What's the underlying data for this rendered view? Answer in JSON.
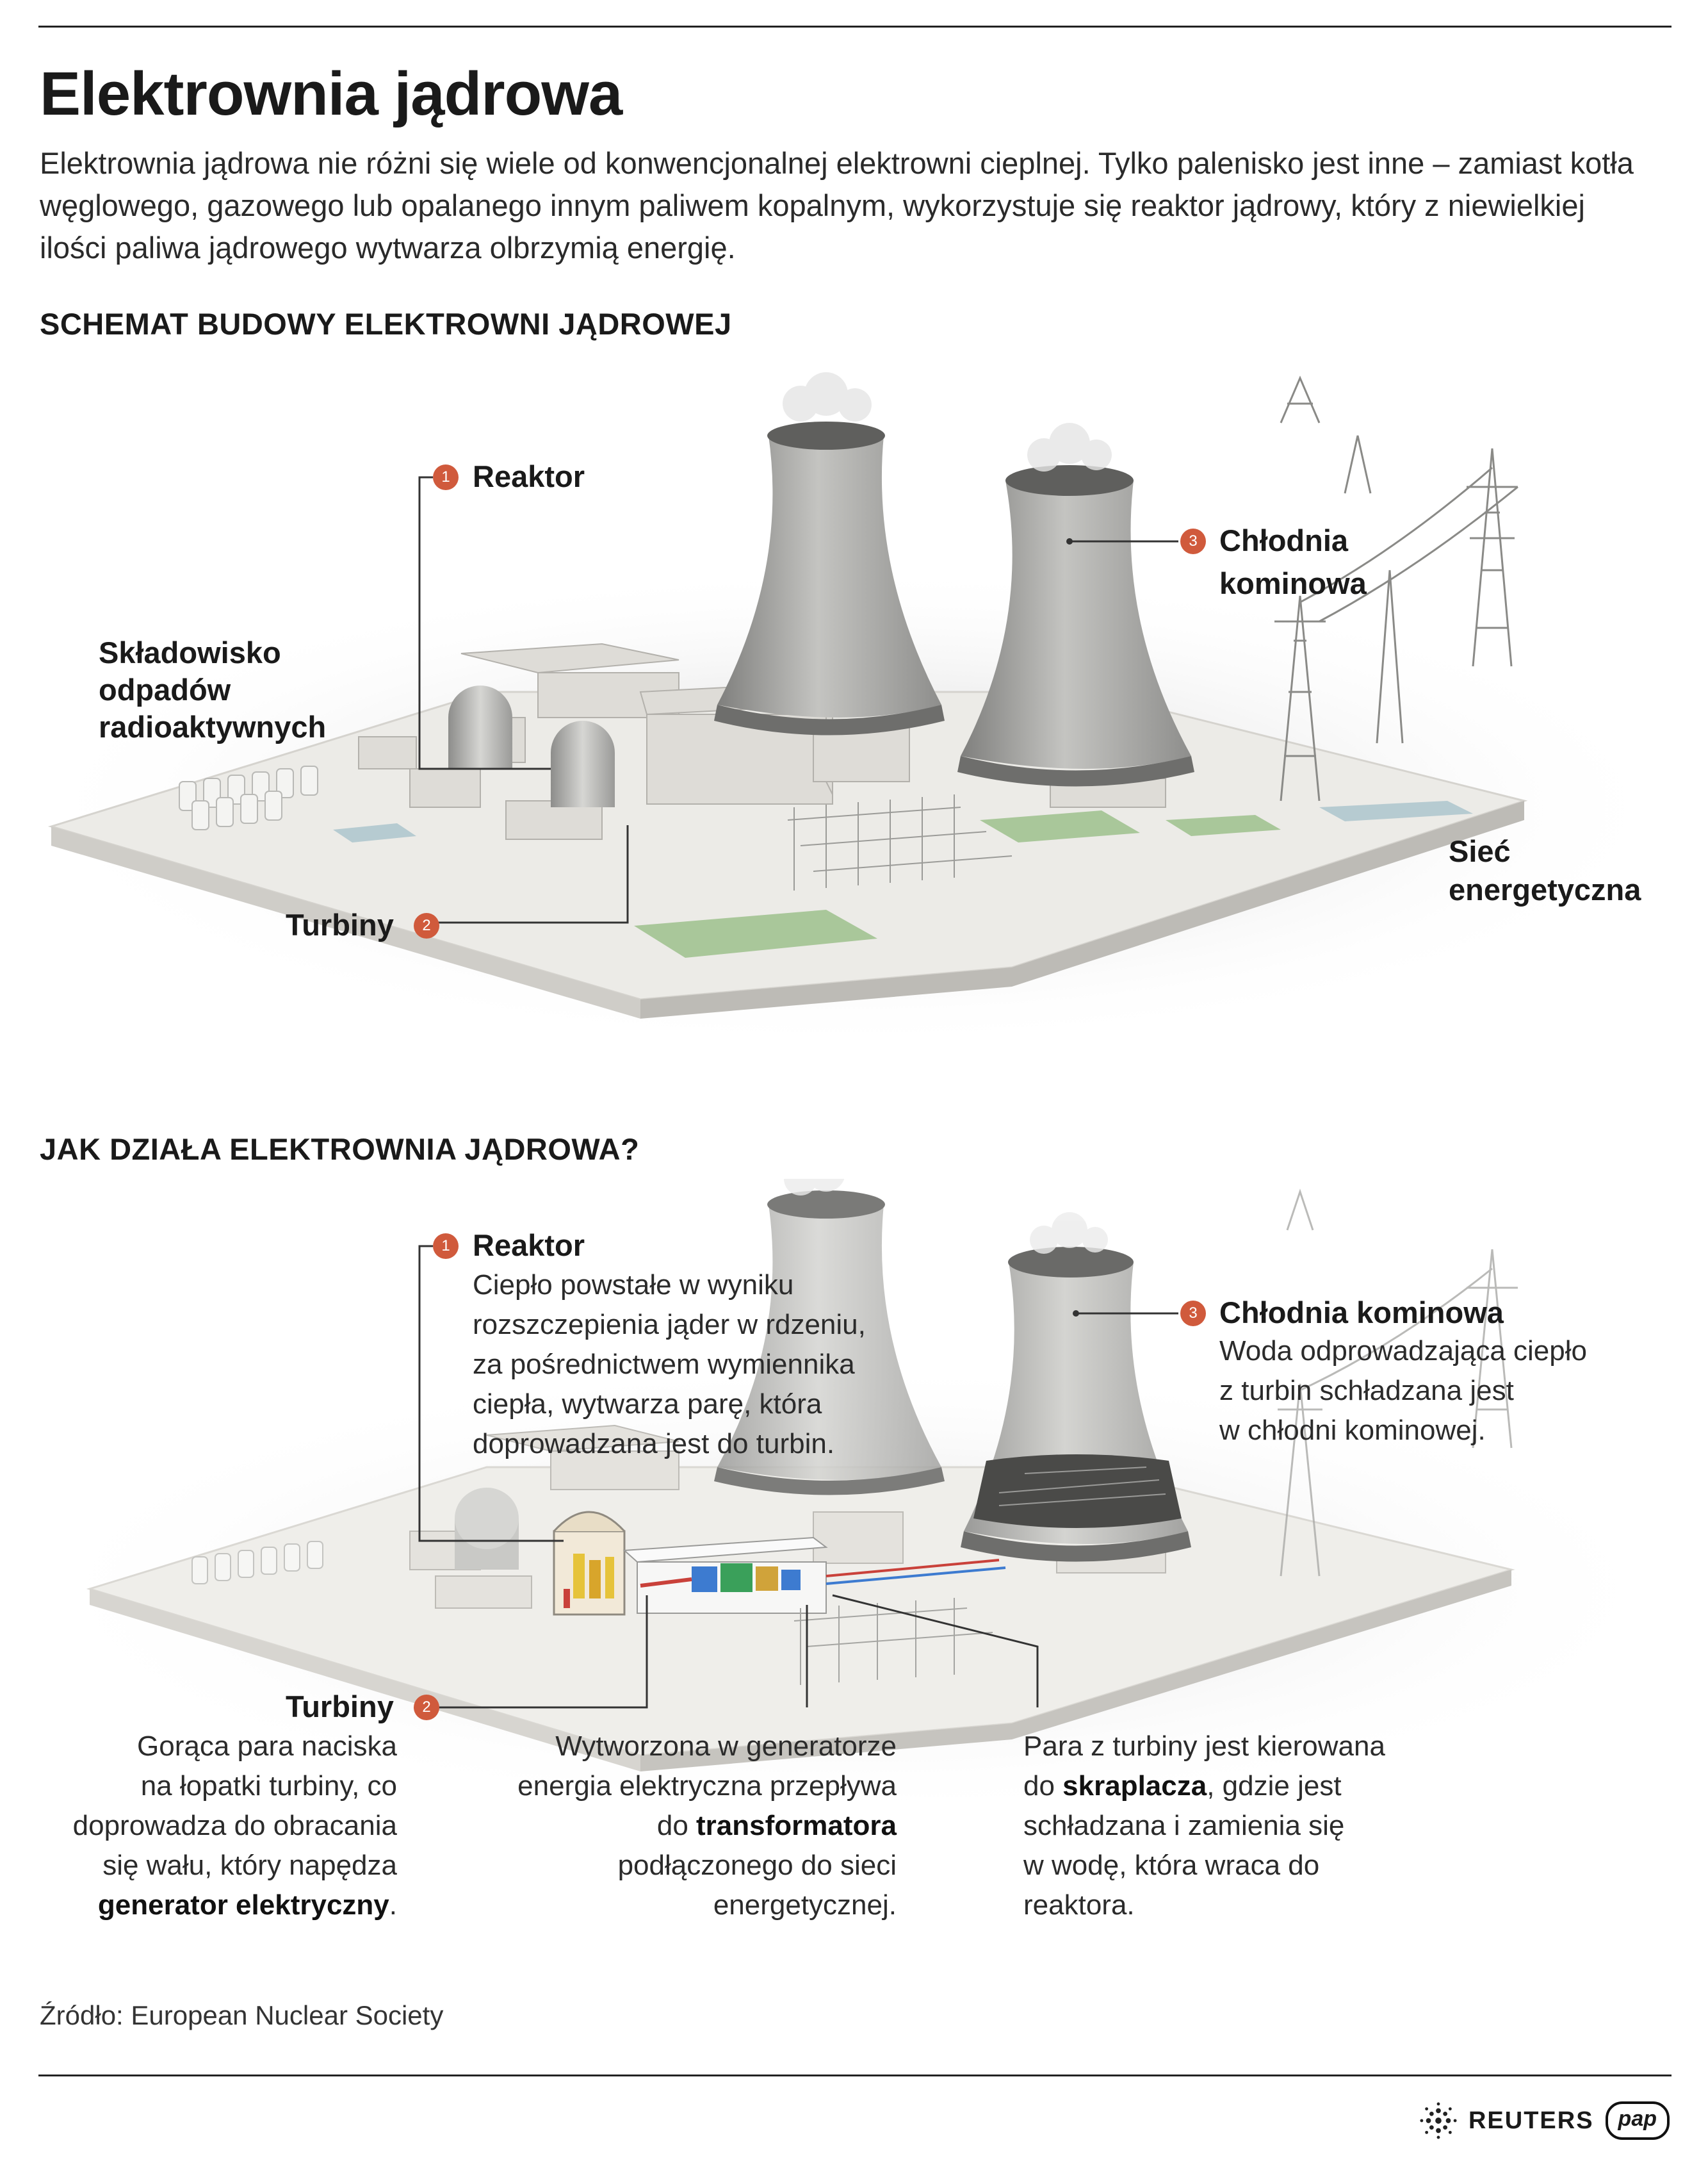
{
  "header": {
    "title": "Elektrownia jądrowa",
    "intro": "Elektrownia jądrowa nie różni się wiele od konwencjonalnej elektrowni cieplnej. Tylko palenisko jest inne – zamiast kotła węglowego, gazowego lub opalanego innym paliwem kopalnym, wykorzystuje się reaktor jądrowy, który z niewielkiej ilości paliwa jądrowego wytwarza olbrzymią energię."
  },
  "section1": {
    "title": "SCHEMAT BUDOWY ELEKTROWNI JĄDROWEJ",
    "reactor": {
      "num": "1",
      "label": "Reaktor"
    },
    "turbines": {
      "num": "2",
      "label": "Turbiny"
    },
    "cooling": {
      "num": "3",
      "label_line1": "Chłodnia",
      "label_line2": "kominowa"
    },
    "waste": {
      "line1": "Składowisko",
      "line2": "odpadów",
      "line3": "radioaktywnych"
    },
    "grid": {
      "line1": "Sieć",
      "line2": "energetyczna"
    }
  },
  "section2": {
    "title": "JAK DZIAŁA ELEKTROWNIA JĄDROWA?",
    "reactor": {
      "num": "1",
      "label": "Reaktor",
      "desc": [
        "Ciepło powstałe w wyniku",
        "rozszczepienia jąder w rdzeniu,",
        "za pośrednictwem wymiennika",
        "ciepła, wytwarza parę, która",
        "doprowadzana jest do turbin."
      ]
    },
    "cooling": {
      "num": "3",
      "label": "Chłodnia kominowa",
      "desc": [
        "Woda odprowadzająca ciepło",
        "z turbin schładzana jest",
        "w chłodni kominowej."
      ]
    },
    "turbines": {
      "num": "2",
      "label": "Turbiny",
      "desc": [
        "Gorąca para naciska",
        "na łopatki turbiny, co",
        "doprowadza do obracania",
        "się wału, który napędza"
      ],
      "desc_bold": "generator elektryczny",
      "desc_end": "."
    },
    "transformer": {
      "line1": "Wytworzona w generatorze",
      "line2": "energia elektryczna przepływa",
      "line3_pre": "do ",
      "line3_bold": "transformatora",
      "line4": "podłączonego do sieci",
      "line5": "energetycznej."
    },
    "condenser": {
      "line1": "Para z turbiny jest kierowana",
      "line2_pre": "do ",
      "line2_bold": "skraplacza",
      "line2_post": ", gdzie jest",
      "line3": "schładzana i zamienia się",
      "line4": "w wodę, która wraca do",
      "line5": "reaktora."
    }
  },
  "footer": {
    "source": "Źródło: European Nuclear Society",
    "reuters": "REUTERS",
    "pap": "pap"
  },
  "colors": {
    "accent": "#d05a3c",
    "ground": "#e9e7e3",
    "tower": "#a9a9a7",
    "green": "#a9c79a",
    "pool": "#b6cbd1"
  }
}
